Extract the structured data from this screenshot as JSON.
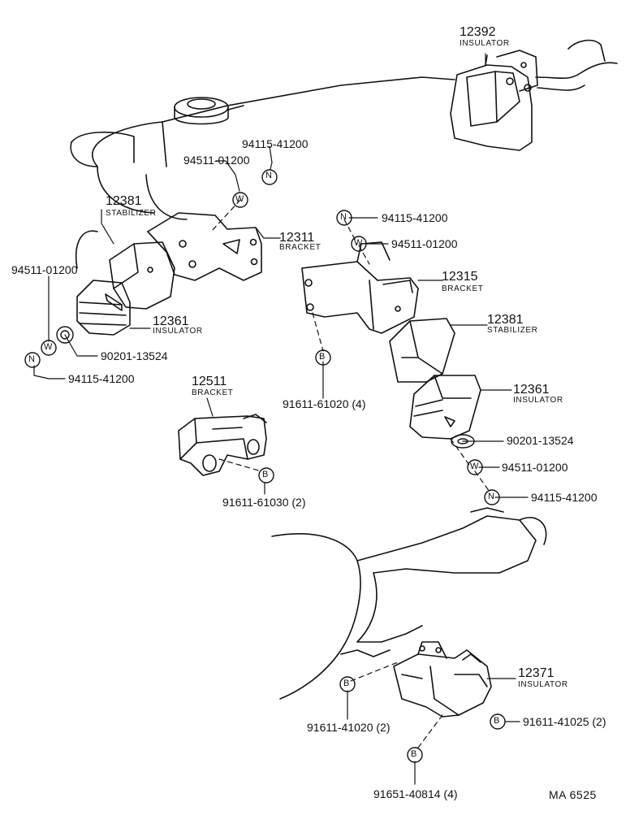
{
  "labels": {
    "p12392": "12392",
    "n12392": "INSULATOR",
    "p12381a": "12381",
    "n12381a": "STABILIZER",
    "p12311": "12311",
    "n12311": "BRACKET",
    "p94115a": "94115-41200",
    "p94511a": "94511-01200",
    "p94511b": "94511-01200",
    "p12361a": "12361",
    "n12361a": "INSULATOR",
    "p90201a": "90201-13524",
    "p94115b": "94115-41200",
    "p94115c": "94115-41200",
    "p94511c": "94511-01200",
    "p12315": "12315",
    "n12315": "BRACKET",
    "p12381b": "12381",
    "n12381b": "STABILIZER",
    "p91611a": "91611-61020 (4)",
    "p12361b": "12361",
    "n12361b": "INSULATOR",
    "p12511": "12511",
    "n12511": "BRACKET",
    "p91611b": "91611-61030 (2)",
    "p90201b": "90201-13524",
    "p94511d": "94511-01200",
    "p94115d": "94115-41200",
    "p12371": "12371",
    "n12371": "INSULATOR",
    "p91611c": "91611-41020 (2)",
    "p91611d": "91611-41025 (2)",
    "p91651": "91651-40814 (4)",
    "code": "MA 6525"
  },
  "symbols": {
    "nut": "N",
    "washer": "W",
    "bolt": "B"
  },
  "colors": {
    "ink": "#111111",
    "paper": "#ffffff"
  }
}
